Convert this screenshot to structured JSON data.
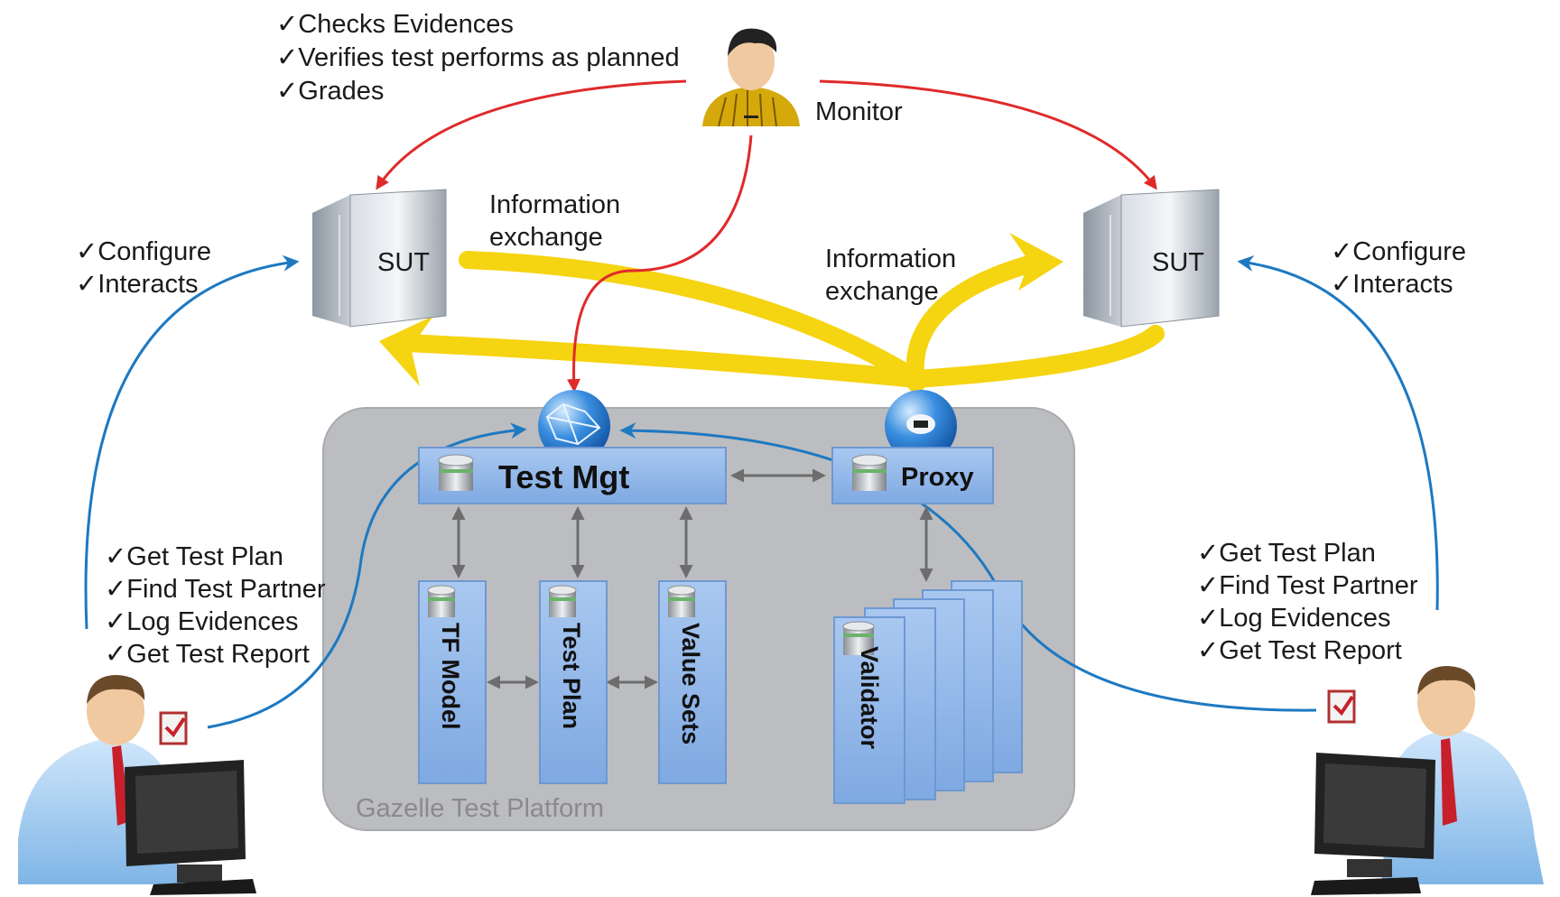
{
  "monitor": {
    "label": "Monitor",
    "tasks": [
      "✓Checks Evidences",
      "✓Verifies test performs as planned",
      "✓Grades"
    ]
  },
  "sut_left": {
    "label": "SUT"
  },
  "sut_right": {
    "label": "SUT"
  },
  "info_exchange_left": [
    "Information",
    "exchange"
  ],
  "info_exchange_right": [
    "Information",
    "exchange"
  ],
  "user_left": {
    "sut_tasks": [
      "✓Configure",
      "✓Interacts"
    ],
    "platform_tasks": [
      "✓Get Test Plan",
      "✓Find Test Partner",
      "✓Log Evidences",
      "✓Get Test Report"
    ]
  },
  "user_right": {
    "sut_tasks": [
      "✓Configure",
      "✓Interacts"
    ],
    "platform_tasks": [
      "✓Get Test Plan",
      "✓Find Test Partner",
      "✓Log Evidences",
      "✓Get Test Report"
    ]
  },
  "platform": {
    "label": "Gazelle Test Platform",
    "test_mgt": "Test Mgt",
    "proxy": "Proxy",
    "modules": [
      "TF Model",
      "Test Plan",
      "Value Sets"
    ],
    "validator": "Validator"
  },
  "colors": {
    "monitor_arrows": "#e02a2a",
    "user_arrows": "#1d79c2",
    "info_arrows": "#f5d411",
    "platform_bg": "#b9babd",
    "box_fill": "#8fb6e8"
  }
}
